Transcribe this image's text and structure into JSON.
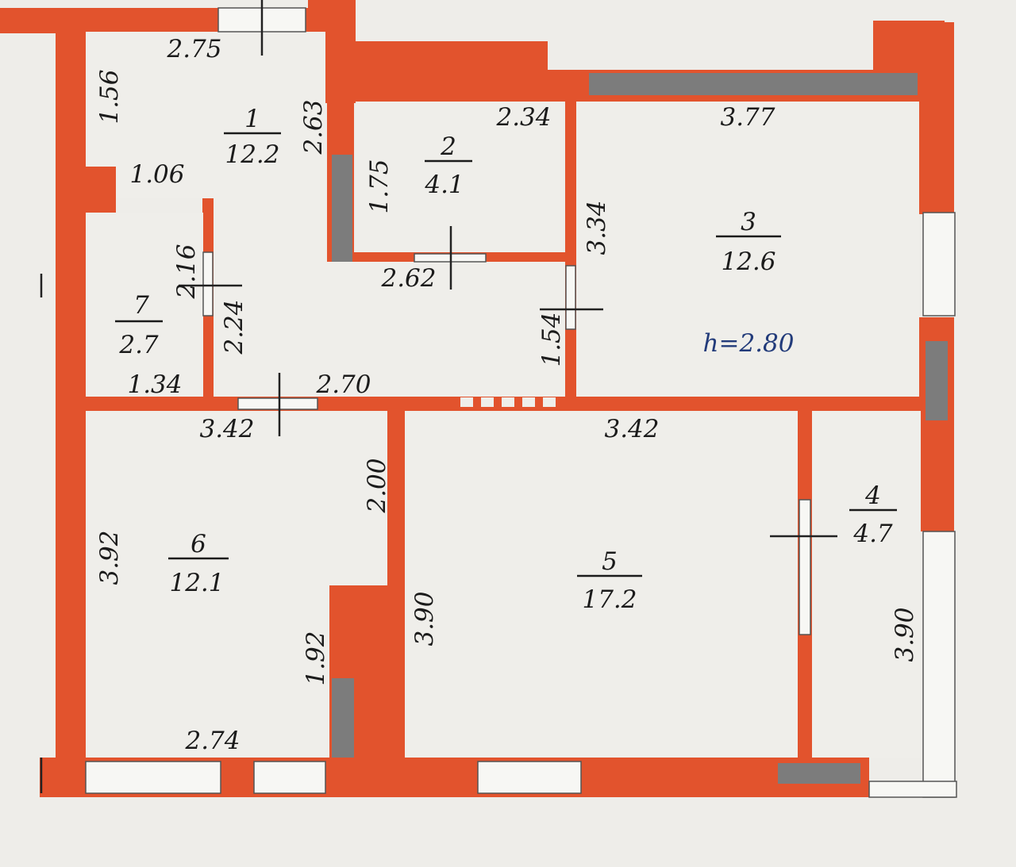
{
  "rooms": [
    {
      "number": "1",
      "area": "12.2"
    },
    {
      "number": "2",
      "area": "4.1"
    },
    {
      "number": "3",
      "area": "12.6"
    },
    {
      "number": "4",
      "area": "4.7"
    },
    {
      "number": "5",
      "area": "17.2"
    },
    {
      "number": "6",
      "area": "12.1"
    },
    {
      "number": "7",
      "area": "2.7"
    }
  ],
  "ceiling_height": "h=2.80",
  "dimensions": {
    "d_2_75": "2.75",
    "d_1_56": "1.56",
    "d_2_63": "2.63",
    "d_1_06": "1.06",
    "d_2_34": "2.34",
    "d_1_75": "1.75",
    "d_2_62": "2.62",
    "d_3_77": "3.77",
    "d_3_34": "3.34",
    "d_1_54": "1.54",
    "d_2_16": "2.16",
    "d_2_24": "2.24",
    "d_1_34": "1.34",
    "d_2_70": "2.70",
    "d_3_42_left": "3.42",
    "d_3_42_right": "3.42",
    "d_2_00": "2.00",
    "d_3_92": "3.92",
    "d_1_92": "1.92",
    "d_2_74": "2.74",
    "d_3_90_mid": "3.90",
    "d_3_90_right": "3.90"
  },
  "colors": {
    "wall": "#e2532d",
    "room": "#efeeea",
    "partition": "#7c7c7c",
    "background": "#eeede9"
  }
}
